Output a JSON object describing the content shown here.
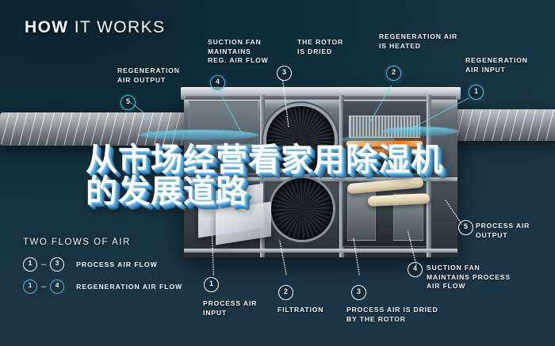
{
  "header": {
    "title_bold": "HOW",
    "title_light": " IT WORKS"
  },
  "overlay": {
    "line1": "从市场经营看家用除湿机",
    "line2": "的发展道路"
  },
  "callouts": [
    {
      "id": "regeneration-air-output",
      "number": "5",
      "label": "REGENERATION\nAIR OUTPUT",
      "style": "cyan"
    },
    {
      "id": "suction-fan-regeneration",
      "number": "4",
      "label": "SUCTION FAN\nMAINTAINS\nREG. AIR FLOW",
      "style": "cyan"
    },
    {
      "id": "rotor-is-dried",
      "number": "3",
      "label": "THE ROTOR\nIS DRIED",
      "style": "white"
    },
    {
      "id": "regeneration-air-heated",
      "number": "2",
      "label": "REGENERATION AIR\nIS HEATED",
      "style": "cyan"
    },
    {
      "id": "regeneration-air-input",
      "number": "1",
      "label": "REGENERATION\nAIR INPUT",
      "style": "cyan"
    },
    {
      "id": "process-air-output",
      "number": "5",
      "label": "PROCESS AIR\nOUTPUT",
      "style": "white"
    },
    {
      "id": "suction-fan-process",
      "number": "4",
      "label": "SUCTION FAN\nMAINTAINS PROCESS\nAIR FLOW",
      "style": "white"
    },
    {
      "id": "process-air-dried",
      "number": "3",
      "label": "PROCESS AIR IS DRIED\nBY THE ROTOR",
      "style": "white"
    },
    {
      "id": "filtration",
      "number": "2",
      "label": "FILTRATION",
      "style": "white"
    },
    {
      "id": "process-air-input",
      "number": "1",
      "label": "PROCESS AIR\nINPUT",
      "style": "white"
    }
  ],
  "legend": {
    "title": "TWO FLOWS OF AIR",
    "rows": [
      {
        "from": "1",
        "to": "3",
        "dash": "–",
        "label": "PROCESS AIR FLOW",
        "style": "white"
      },
      {
        "from": "1",
        "to": "4",
        "dash": "–",
        "label": "REGENERATION AIR FLOW",
        "style": "cyan"
      }
    ]
  },
  "colors": {
    "background_dark": "#0d2833",
    "background_light": "#1d3647",
    "accent_cyan": "#58b6d8",
    "text_white": "#eef4f7",
    "overlay_shadow_blue": "#3b8cc4"
  }
}
